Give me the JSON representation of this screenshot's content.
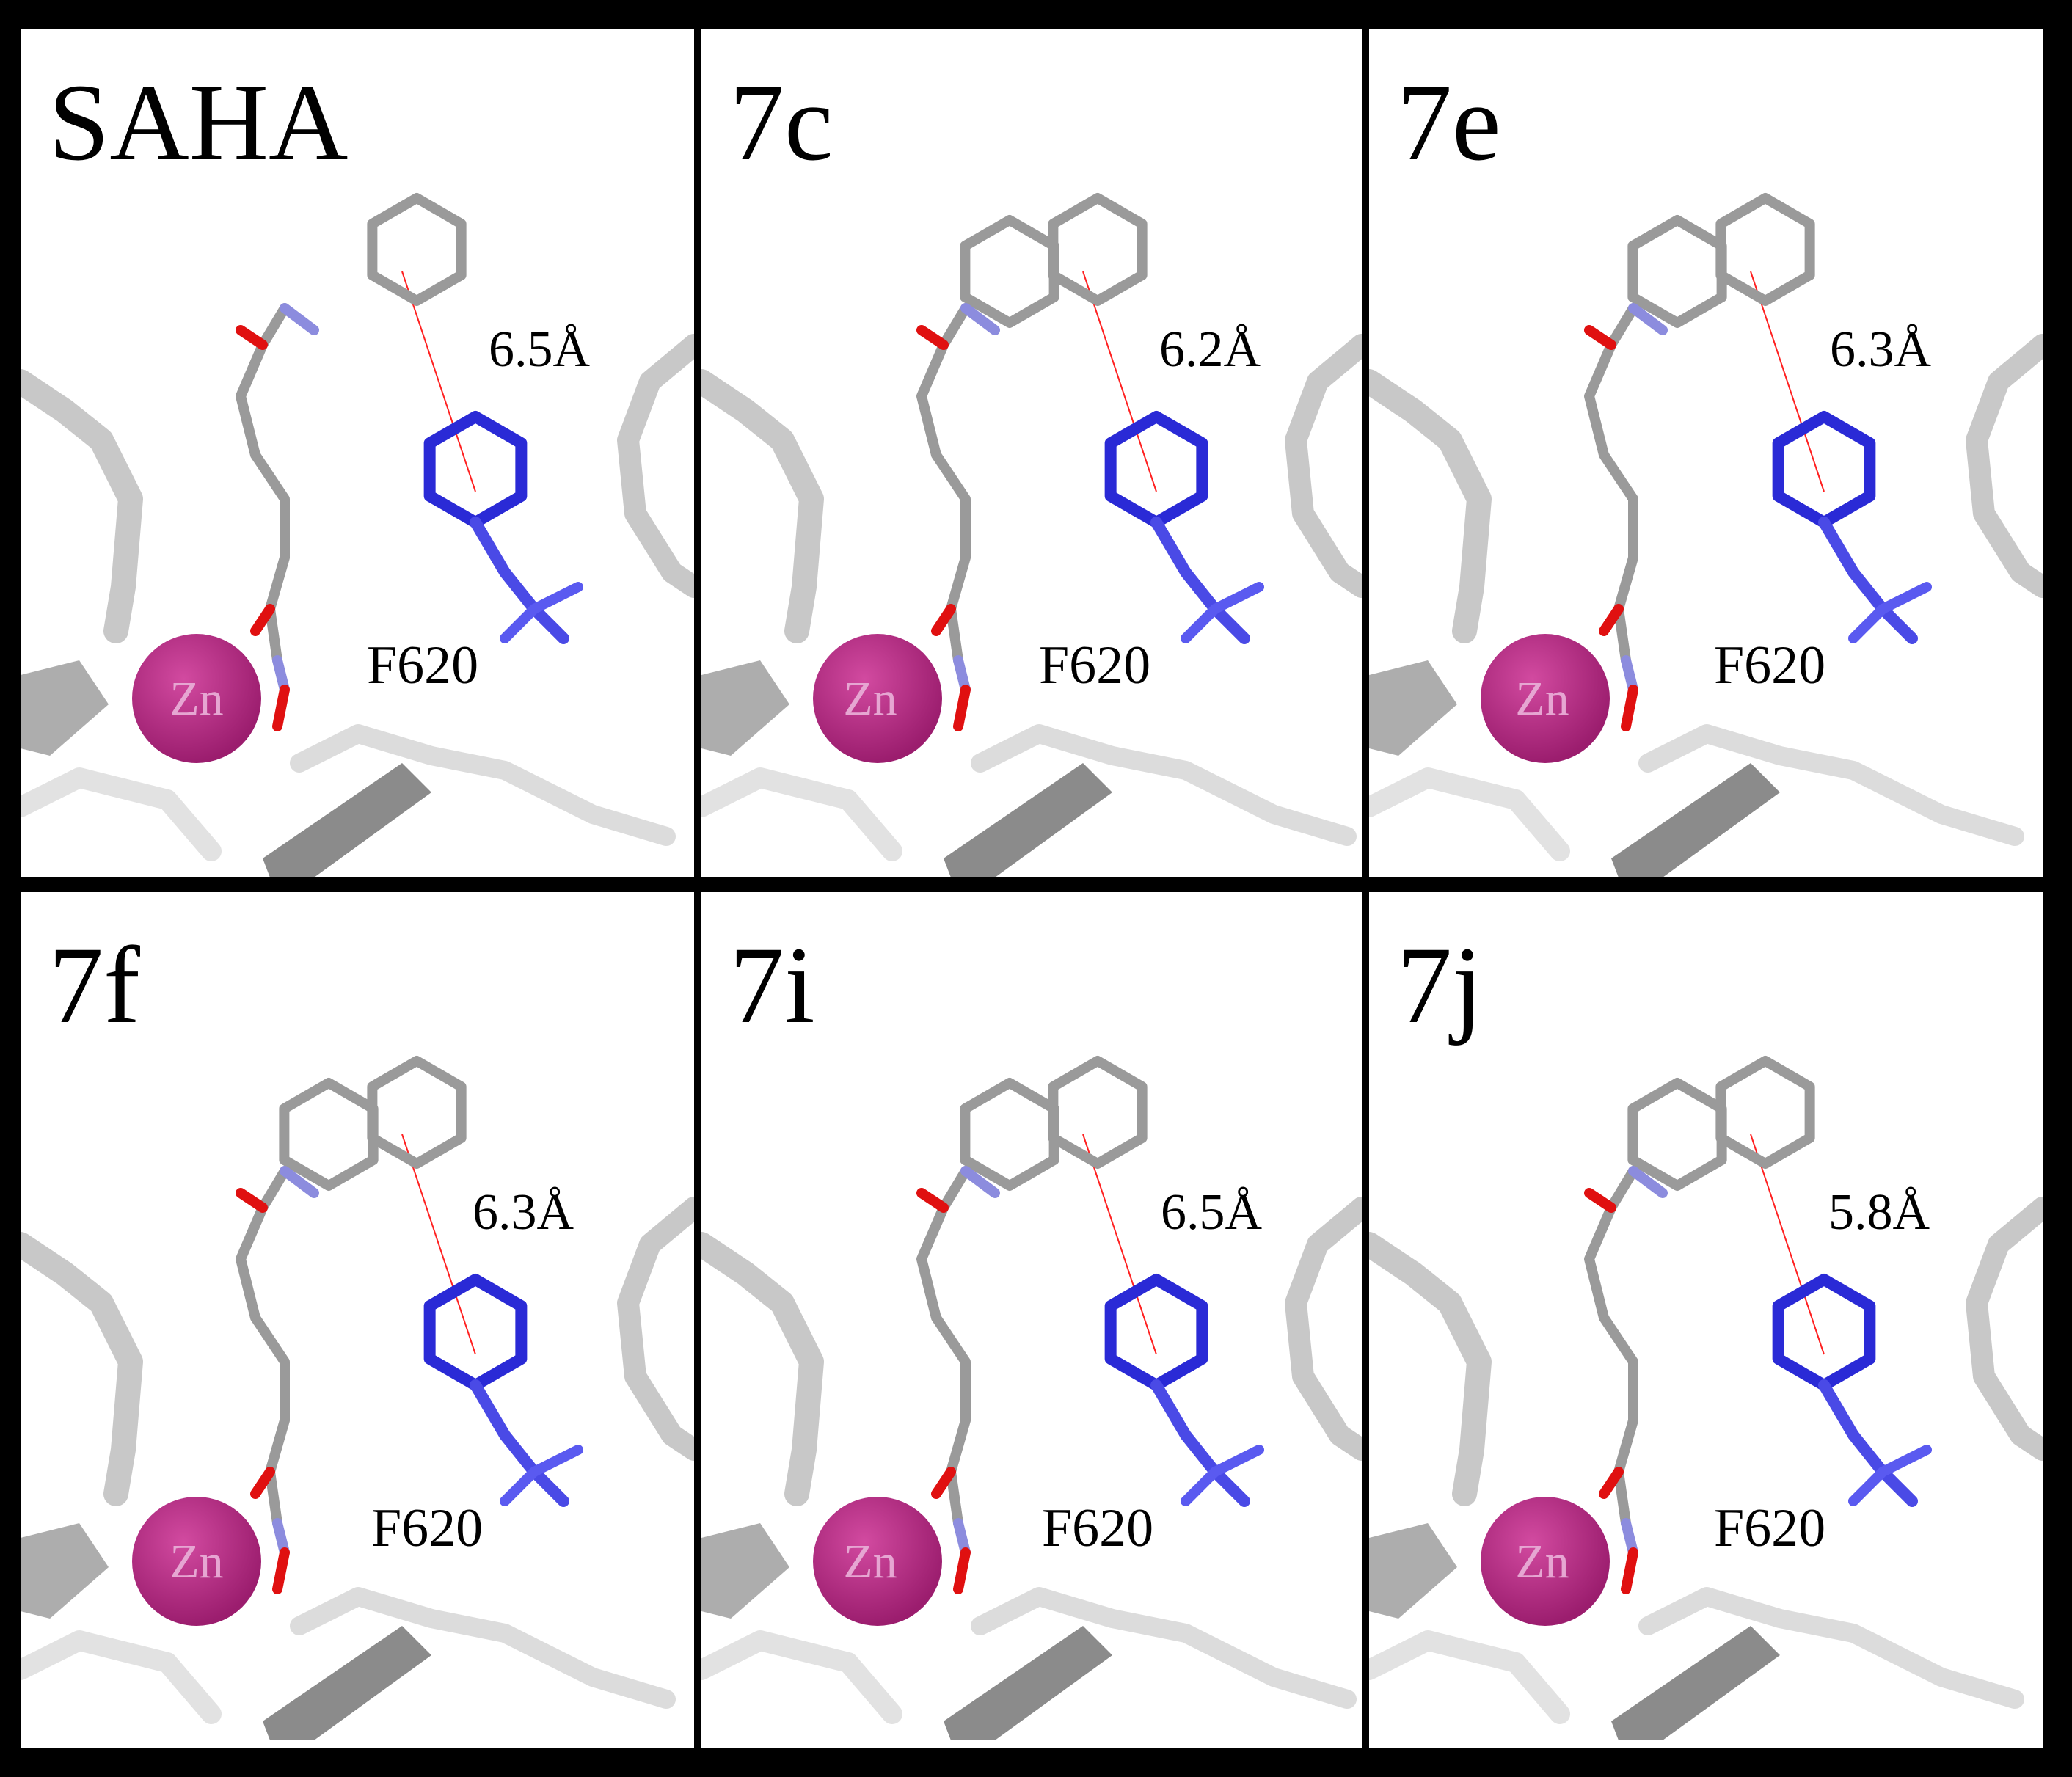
{
  "figure": {
    "background": "#000000",
    "zinc_label": "Zn",
    "residue_label": "F620",
    "colors": {
      "zinc": "#9b1d6e",
      "zinc_text": "#e6a6d2",
      "phenylalanine": "#2a2ad6",
      "ligand_carbon": "#9a9a9a",
      "oxygen": "#e01010",
      "nitrogen": "#8c8cde",
      "distance_line": "#ff2020",
      "protein_ribbon": "#c8c8c8"
    },
    "panels": [
      {
        "label": "SAHA",
        "distance": "6.5Å"
      },
      {
        "label": "7c",
        "distance": "6.2Å"
      },
      {
        "label": "7e",
        "distance": "6.3Å"
      },
      {
        "label": "7f",
        "distance": "6.3Å"
      },
      {
        "label": "7i",
        "distance": "6.5Å"
      },
      {
        "label": "7j",
        "distance": "5.8Å"
      }
    ]
  }
}
